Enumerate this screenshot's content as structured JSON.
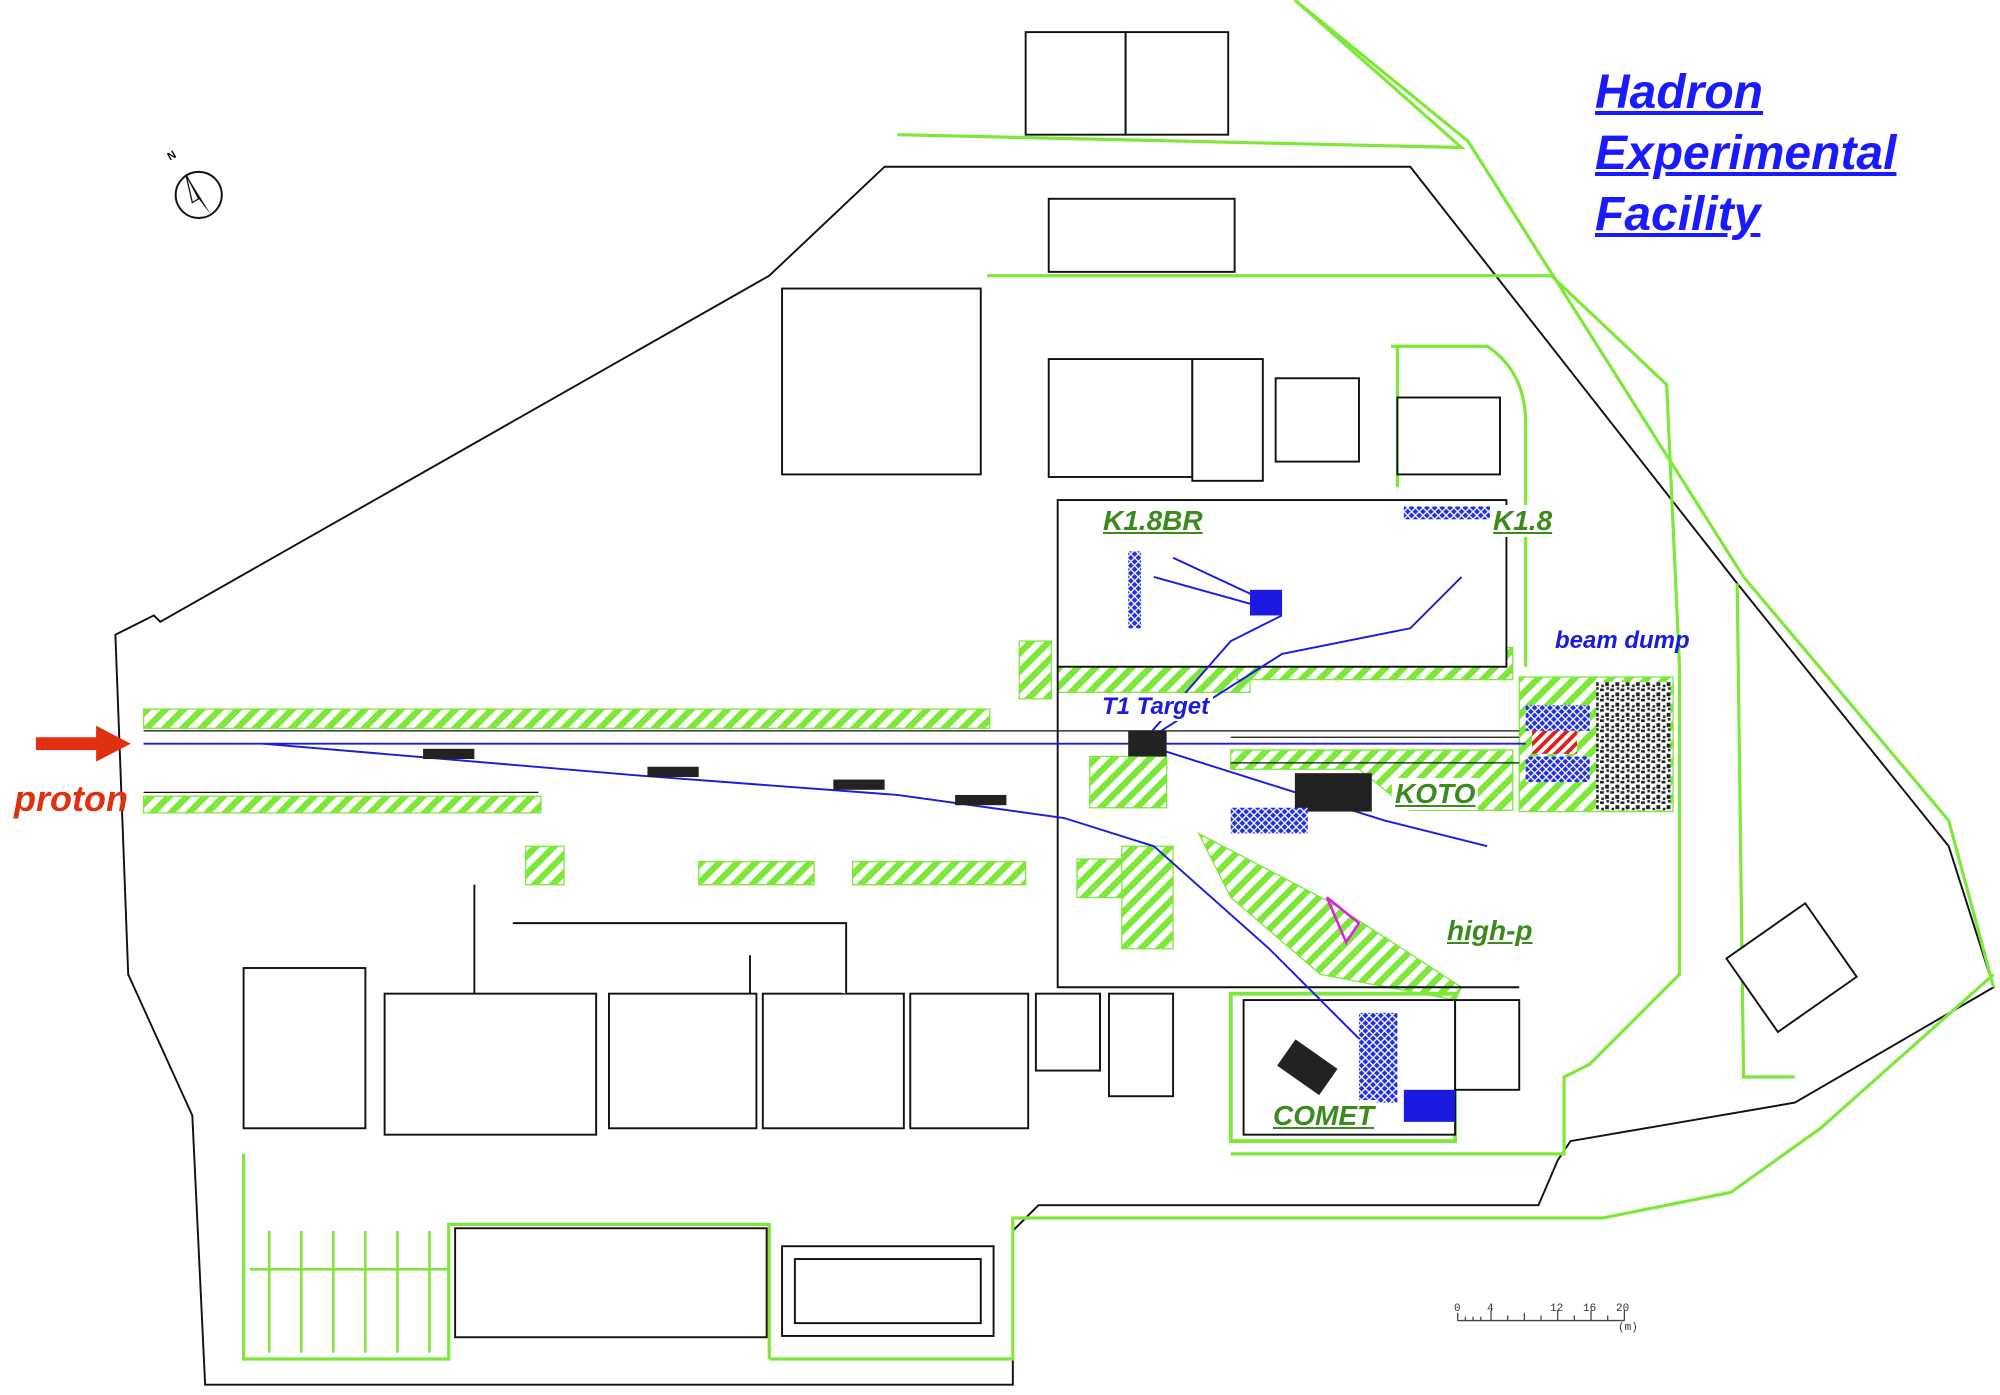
{
  "title": {
    "line1": "Hadron",
    "line2": "Experimental",
    "line3": "Facility"
  },
  "labels": {
    "proton": "proton",
    "k18br": "K1.8BR",
    "k18": "K1.8",
    "beam_dump": "beam dump",
    "t1_target": "T1 Target",
    "koto": "KOTO",
    "high_p": "high-p",
    "comet": "COMET"
  },
  "compass": {
    "label": "N",
    "icon": "north-arrow-icon"
  },
  "scale_bar": {
    "ticks": [
      "0",
      "4",
      "12",
      "16",
      "20"
    ],
    "unit": "(m)"
  },
  "colors": {
    "boundary": "#7ee83a",
    "hatch": "#7ee83a",
    "beamline": "#1a1ae0",
    "title": "#1a1aff",
    "experiment": "#3c8a1e",
    "proton": "#e03010"
  }
}
